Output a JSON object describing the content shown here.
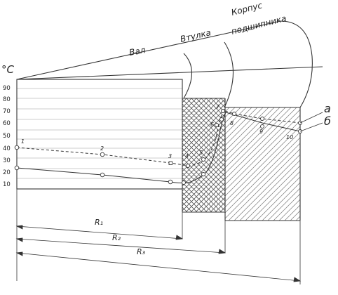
{
  "headers": {
    "shaft": "Вал",
    "sleeve": "Втулка",
    "housing_line1": "Корпус",
    "housing_line2": "подшипника"
  },
  "axis": {
    "unit_label": "°С",
    "ticks": [
      "90",
      "80",
      "70",
      "60",
      "50",
      "40",
      "30",
      "20",
      "10"
    ]
  },
  "curve_labels": {
    "a": "а",
    "b": "б"
  },
  "point_labels": [
    "1",
    "2",
    "3",
    "4",
    "5",
    "6",
    "7",
    "8",
    "9",
    "10"
  ],
  "radii": {
    "r1": "R₁",
    "r2": "R₂",
    "r3": "R₃"
  }
}
